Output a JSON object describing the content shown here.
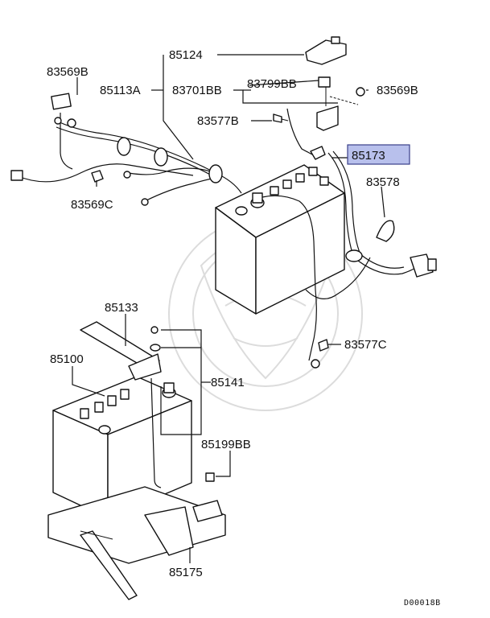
{
  "labels": {
    "p85124": "85124",
    "p83569B_left": "83569B",
    "p85113A": "85113A",
    "p83701BB": "83701BB",
    "p83799BB": "83799BB",
    "p83569B_right": "83569B",
    "p83577B": "83577B",
    "p85173": "85173",
    "p83578": "83578",
    "p83569C": "83569C",
    "p85133": "85133",
    "p85100": "85100",
    "p85141": "85141",
    "p83577C": "83577C",
    "p85199BB": "85199BB",
    "p85175": "85175"
  },
  "highlight_color": "#b8c0ec",
  "diagram_code": "D00018B"
}
